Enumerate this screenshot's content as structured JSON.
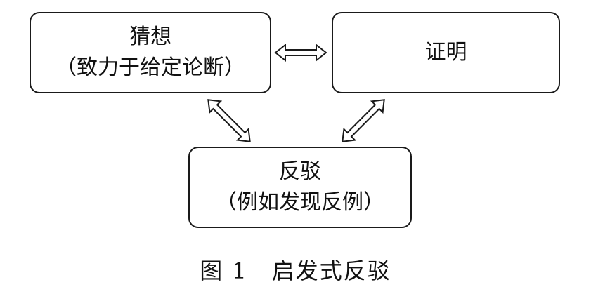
{
  "nodes": {
    "conjecture": {
      "title": "猜想",
      "subtitle": "（致力于给定论断）"
    },
    "proof": {
      "title": "证明"
    },
    "refutation": {
      "title": "反驳",
      "subtitle": "（例如发现反例）"
    }
  },
  "caption": {
    "figure": "图 1",
    "title": "启发式反驳"
  }
}
